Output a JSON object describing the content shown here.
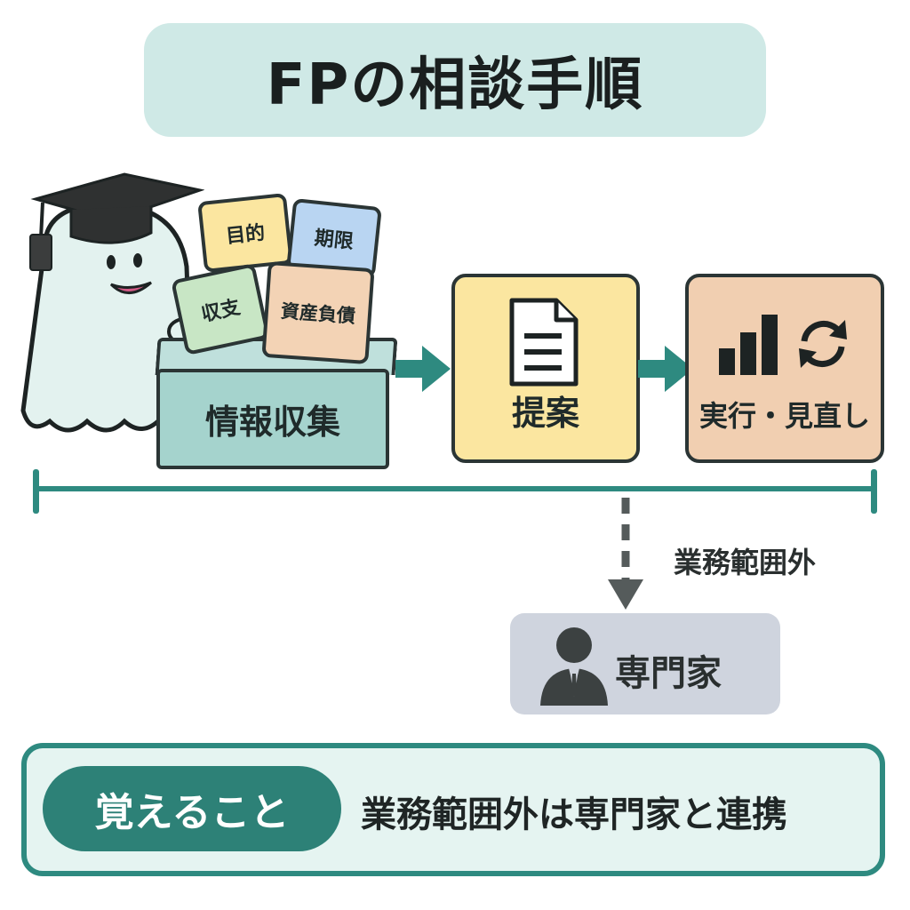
{
  "title": "FPの相談手順",
  "cards": {
    "purpose": "目的",
    "deadline": "期限",
    "income": "収支",
    "assets": "資産負債"
  },
  "steps": {
    "collect": "情報収集",
    "proposal": "提案",
    "execute": "実行・見直し"
  },
  "outside_scope": "業務範囲外",
  "expert": "専門家",
  "memo": {
    "tag": "覚えること",
    "text": "業務範囲外は専門家と連携"
  },
  "colors": {
    "accent": "#2e8a80",
    "collect": "#a5d3cd",
    "proposal": "#fbe6a0",
    "execute": "#f1cfb1",
    "expert": "#cfd4de",
    "card_purpose": "#fbe6a0",
    "card_deadline": "#b9d5f2",
    "card_income": "#c8e6c5",
    "card_assets": "#f3d3b5"
  },
  "icons": [
    "mortarboard-icon",
    "ghost-mascot",
    "document-icon",
    "bar-chart-icon",
    "refresh-icon",
    "person-icon",
    "arrow-right-icon",
    "dashed-arrow-down-icon"
  ]
}
